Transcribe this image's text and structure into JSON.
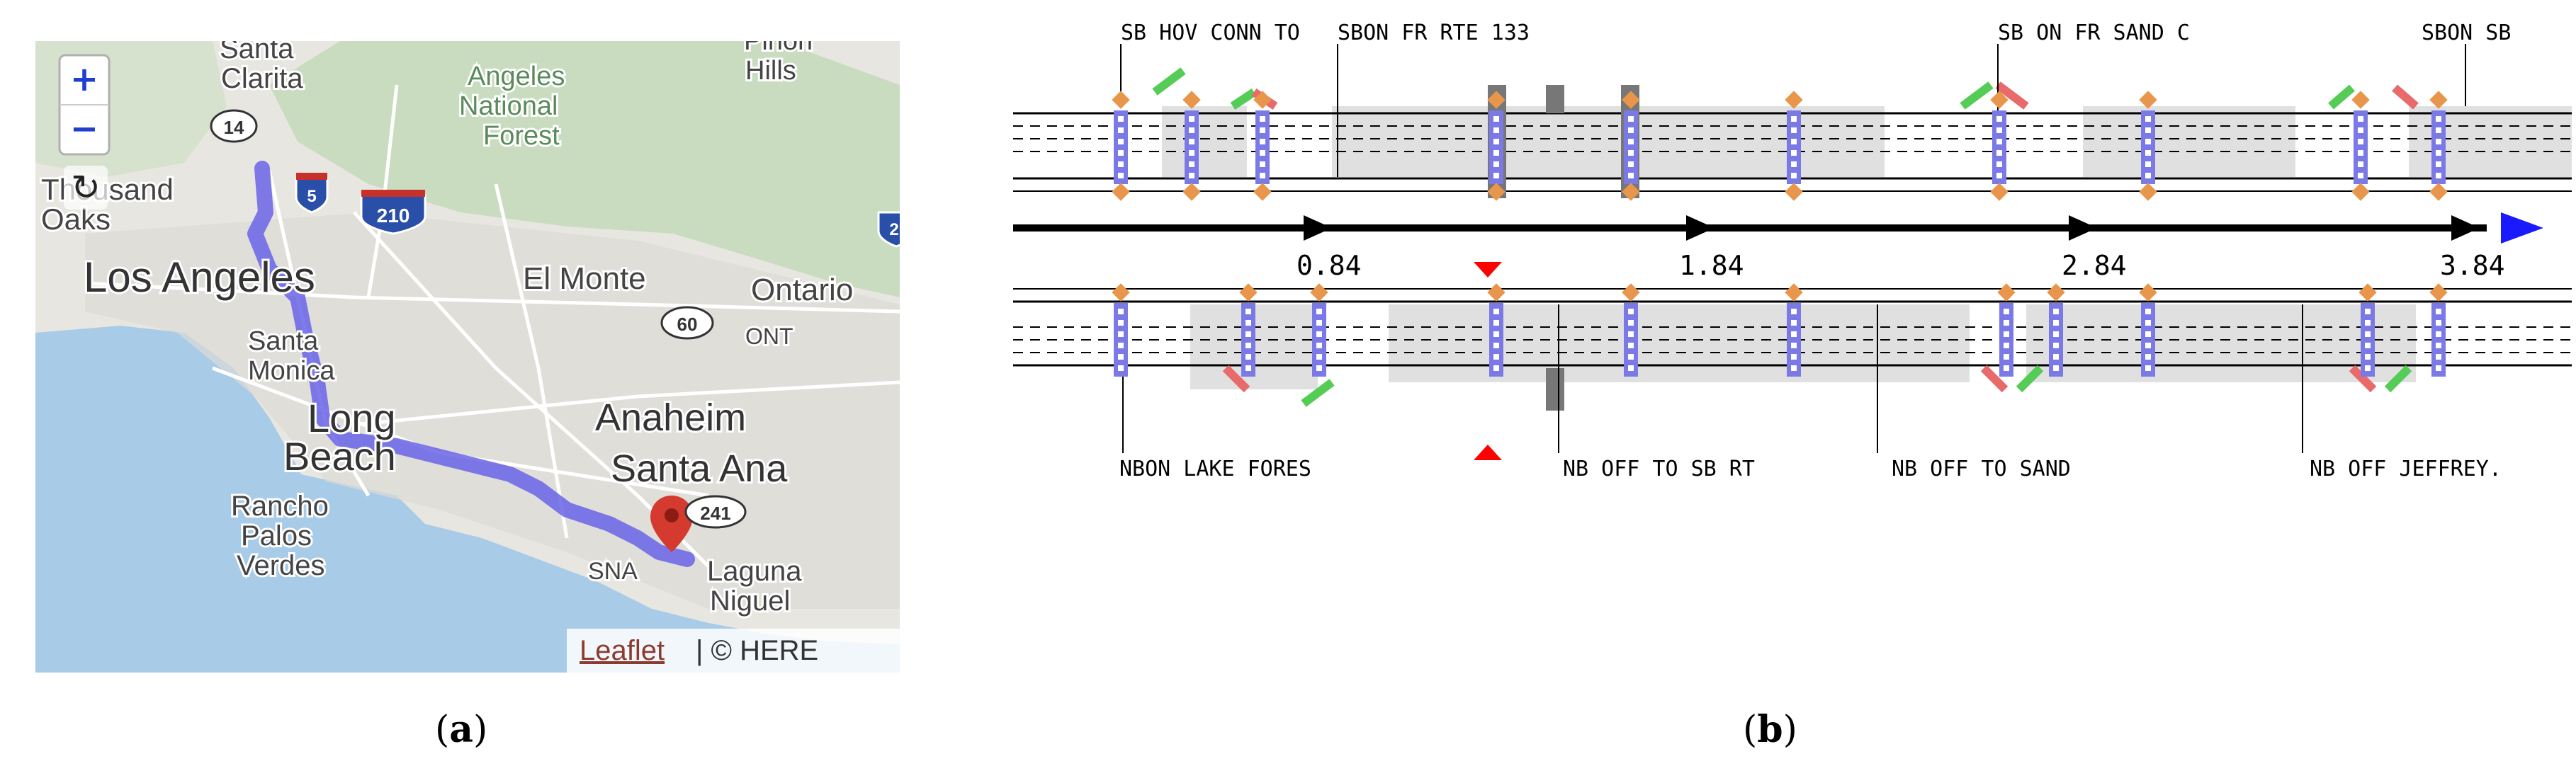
{
  "captions": {
    "a_letter": "a",
    "b_letter": "b"
  },
  "map": {
    "zoom_in_label": "+",
    "zoom_out_label": "−",
    "reset_label": "↻",
    "attribution_link": "Leaflet",
    "attribution_rest": " | © HERE",
    "places": {
      "santa": "Santa",
      "clarita": "Clarita",
      "pinon": "Piñon",
      "hills": "Hills",
      "angeles": "Angeles",
      "national": "National",
      "forest": "Forest",
      "thousand": "Thousand",
      "oaks": "Oaks",
      "los_angeles": "Los Angeles",
      "el_monte": "El Monte",
      "ontario": "Ontario",
      "santa2": "Santa",
      "monica": "Monica",
      "ont": "ONT",
      "long": "Long",
      "beach": "Beach",
      "anaheim": "Anaheim",
      "santa_ana": "Santa Ana",
      "rancho": "Rancho",
      "palos": "Palos",
      "verdes": "Verdes",
      "sna": "SNA",
      "laguna": "Laguna",
      "niguel": "Niguel"
    },
    "shields": {
      "s14": "14",
      "s5": "5",
      "s210": "210",
      "s2": "2",
      "s60": "60",
      "s241": "241"
    },
    "colors": {
      "water": "#a8cbe8",
      "land": "#e8e6e0",
      "forest": "#c9dcc0",
      "route": "#6a64e6",
      "marker": "#d43a2e"
    }
  },
  "diagram": {
    "top_labels": [
      "SB HOV CONN TO",
      "SBON FR RTE 133",
      "SB ON FR SAND C",
      "SBON SB"
    ],
    "bottom_labels": [
      "NBON LAKE FORES",
      "NB OFF TO SB RT",
      "NB OFF TO SAND",
      "NB OFF JEFFREY."
    ],
    "mileposts": [
      "0.84",
      "1.84",
      "2.84",
      "3.84"
    ],
    "colors": {
      "detector": "#7b79e6",
      "detector_dot": "#ffffff",
      "lane_fill": "#e0e0e0",
      "connector": "#e8964b",
      "ramp_on": "#55cc55",
      "ramp_off": "#e86a6a",
      "gate": "#777777",
      "arrow": "#000000",
      "direction": "#1a1aff",
      "marker": "#ff0000"
    }
  }
}
